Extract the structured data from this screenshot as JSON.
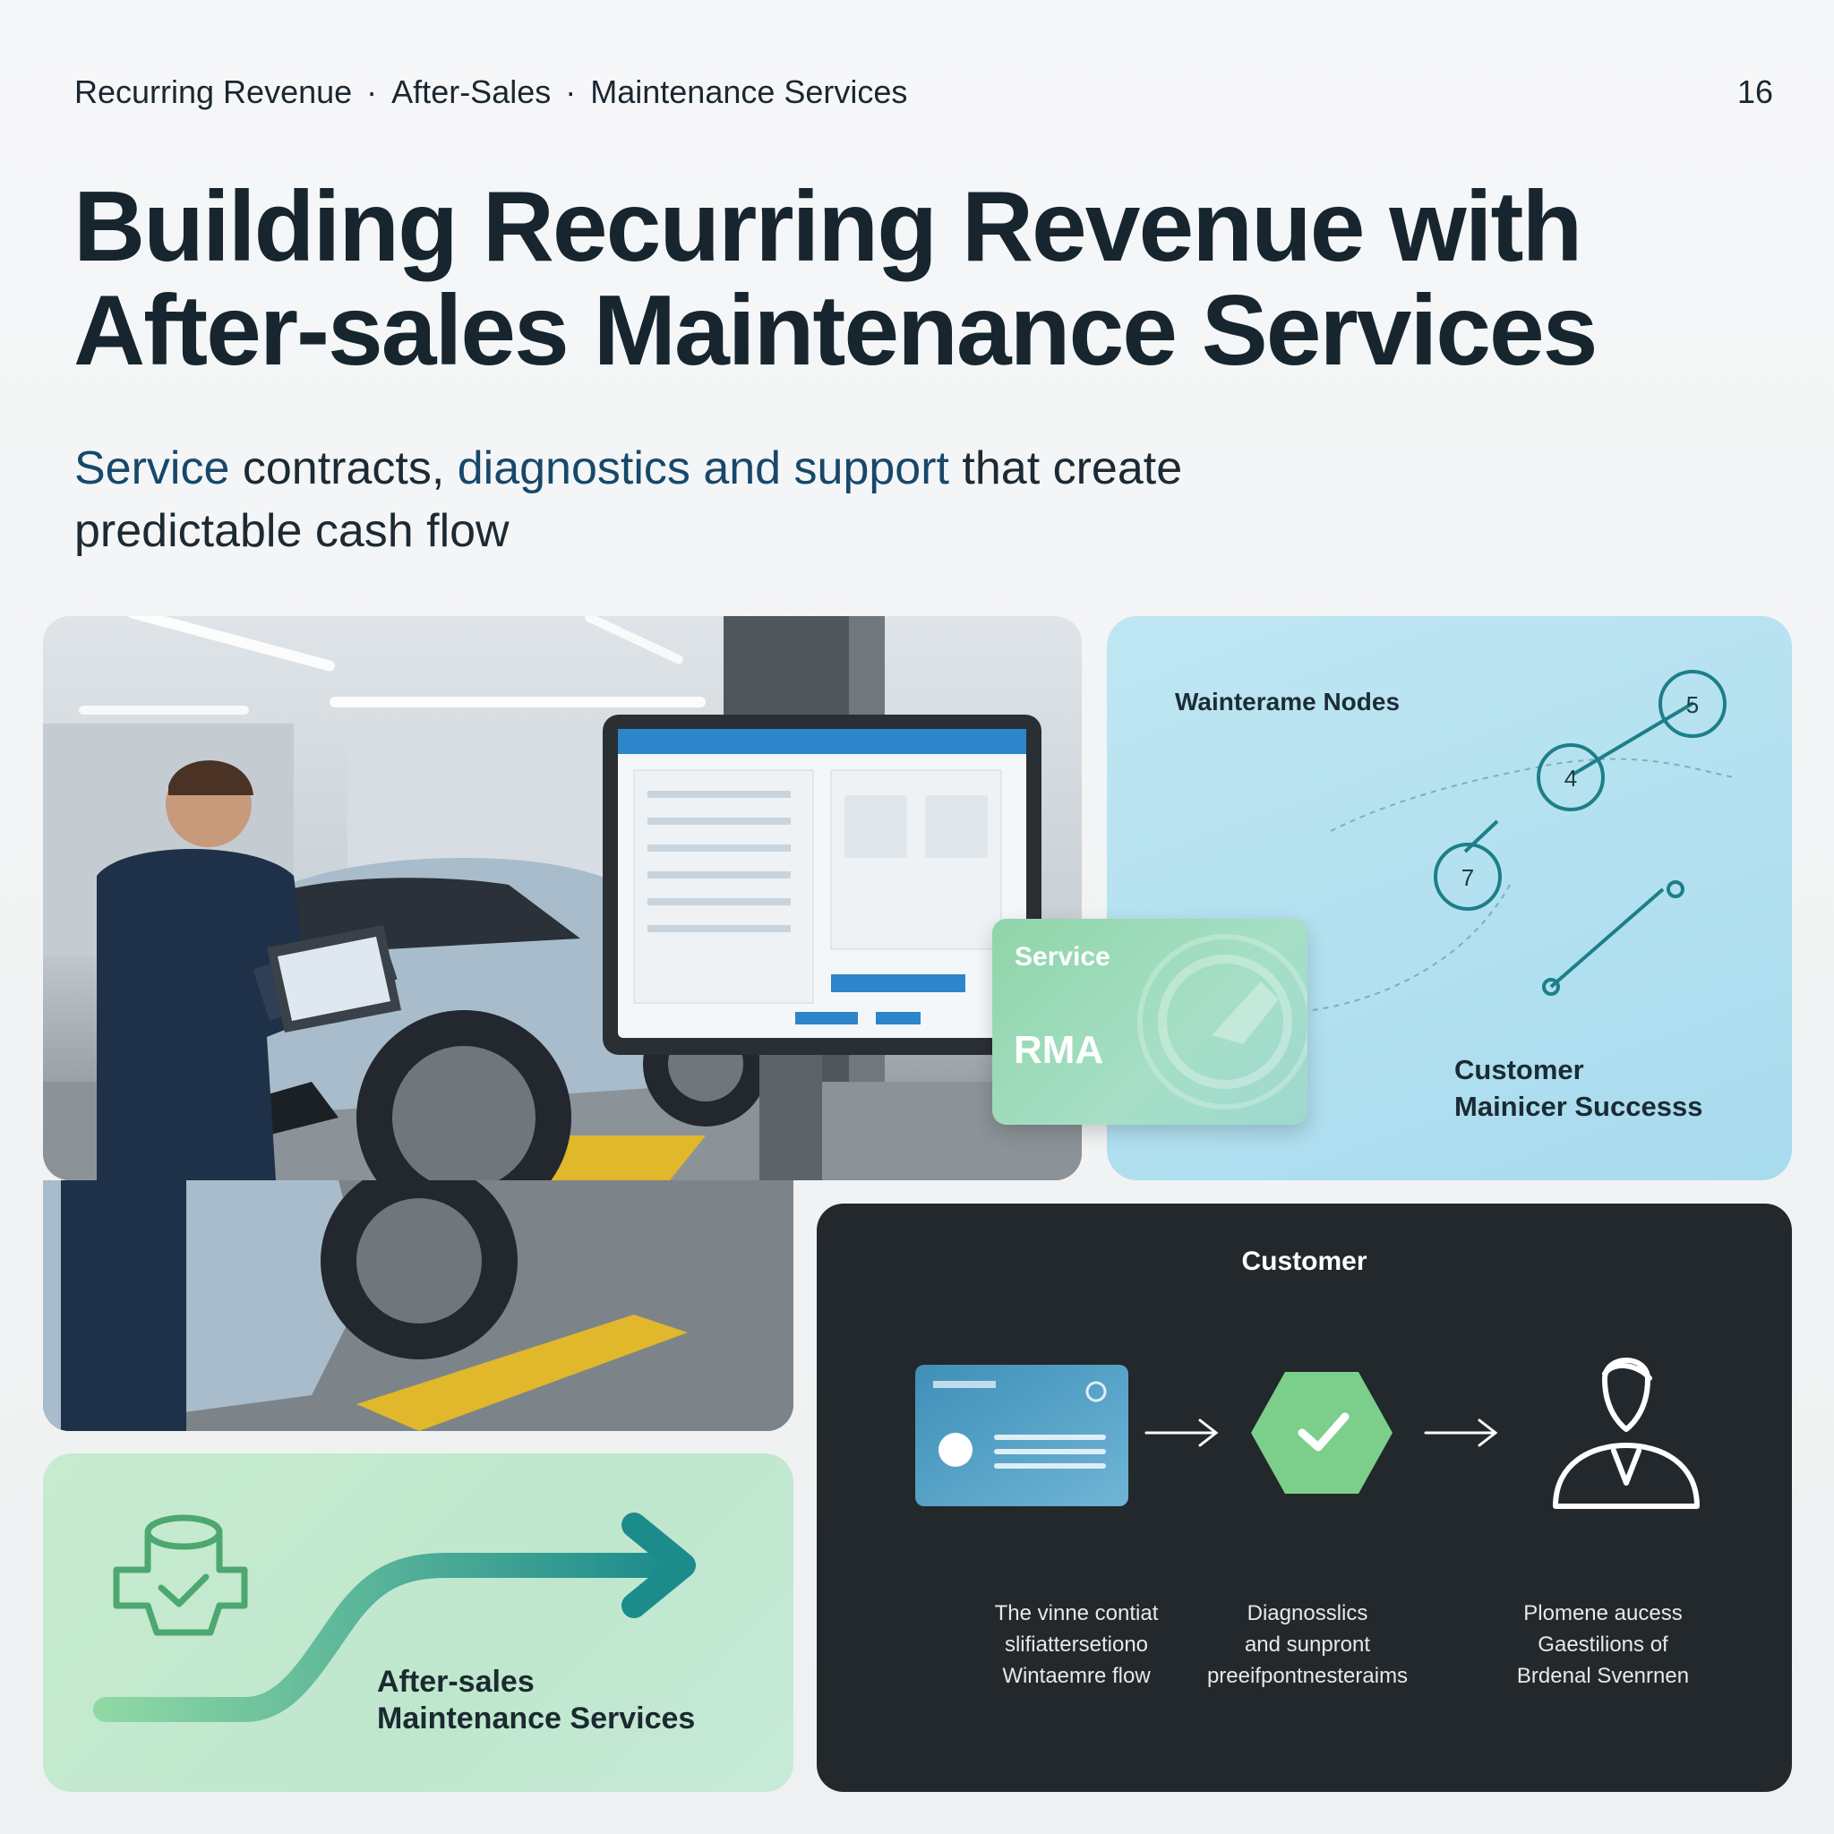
{
  "header": {
    "breadcrumb": [
      "Recurring Revenue",
      "After-Sales",
      "Maintenance Services"
    ],
    "page_number": "16"
  },
  "title": {
    "line1": "Building Recurring Revenue with",
    "line2": "After-sales Maintenance Services"
  },
  "subtitle": {
    "part1": "Service",
    "part2": " contracts, ",
    "part3": "diagnostics and support",
    "part4": " that create predictable cash flow"
  },
  "blue_panel": {
    "label": "Wainterame Nodes",
    "nodes": [
      "5",
      "4",
      "7"
    ],
    "footer_line1": "Customer",
    "footer_line2": "Mainicer Successs"
  },
  "service_card": {
    "label": "Service",
    "code": "RMA"
  },
  "green_panel": {
    "line1": "After-sales",
    "line2": "Maintenance Services"
  },
  "dark_panel": {
    "title": "Customer",
    "steps": [
      {
        "line1": "The vinne contiat",
        "line2": "slifiattersetiono",
        "line3": "Wintaemre flow"
      },
      {
        "line1": "Diagnosslics",
        "line2": "and sunpront",
        "line3": "preeifpontnesteraims"
      },
      {
        "line1": "Plomene aucess",
        "line2": "Gaestilions of",
        "line3": "Brdenal Svenrnen"
      }
    ]
  },
  "colors": {
    "accent_blue": "#17486b",
    "panel_blue": "#a8dbee",
    "panel_green": "#c7ebd1",
    "panel_dark": "#22282c",
    "teal": "#1c7f88"
  }
}
